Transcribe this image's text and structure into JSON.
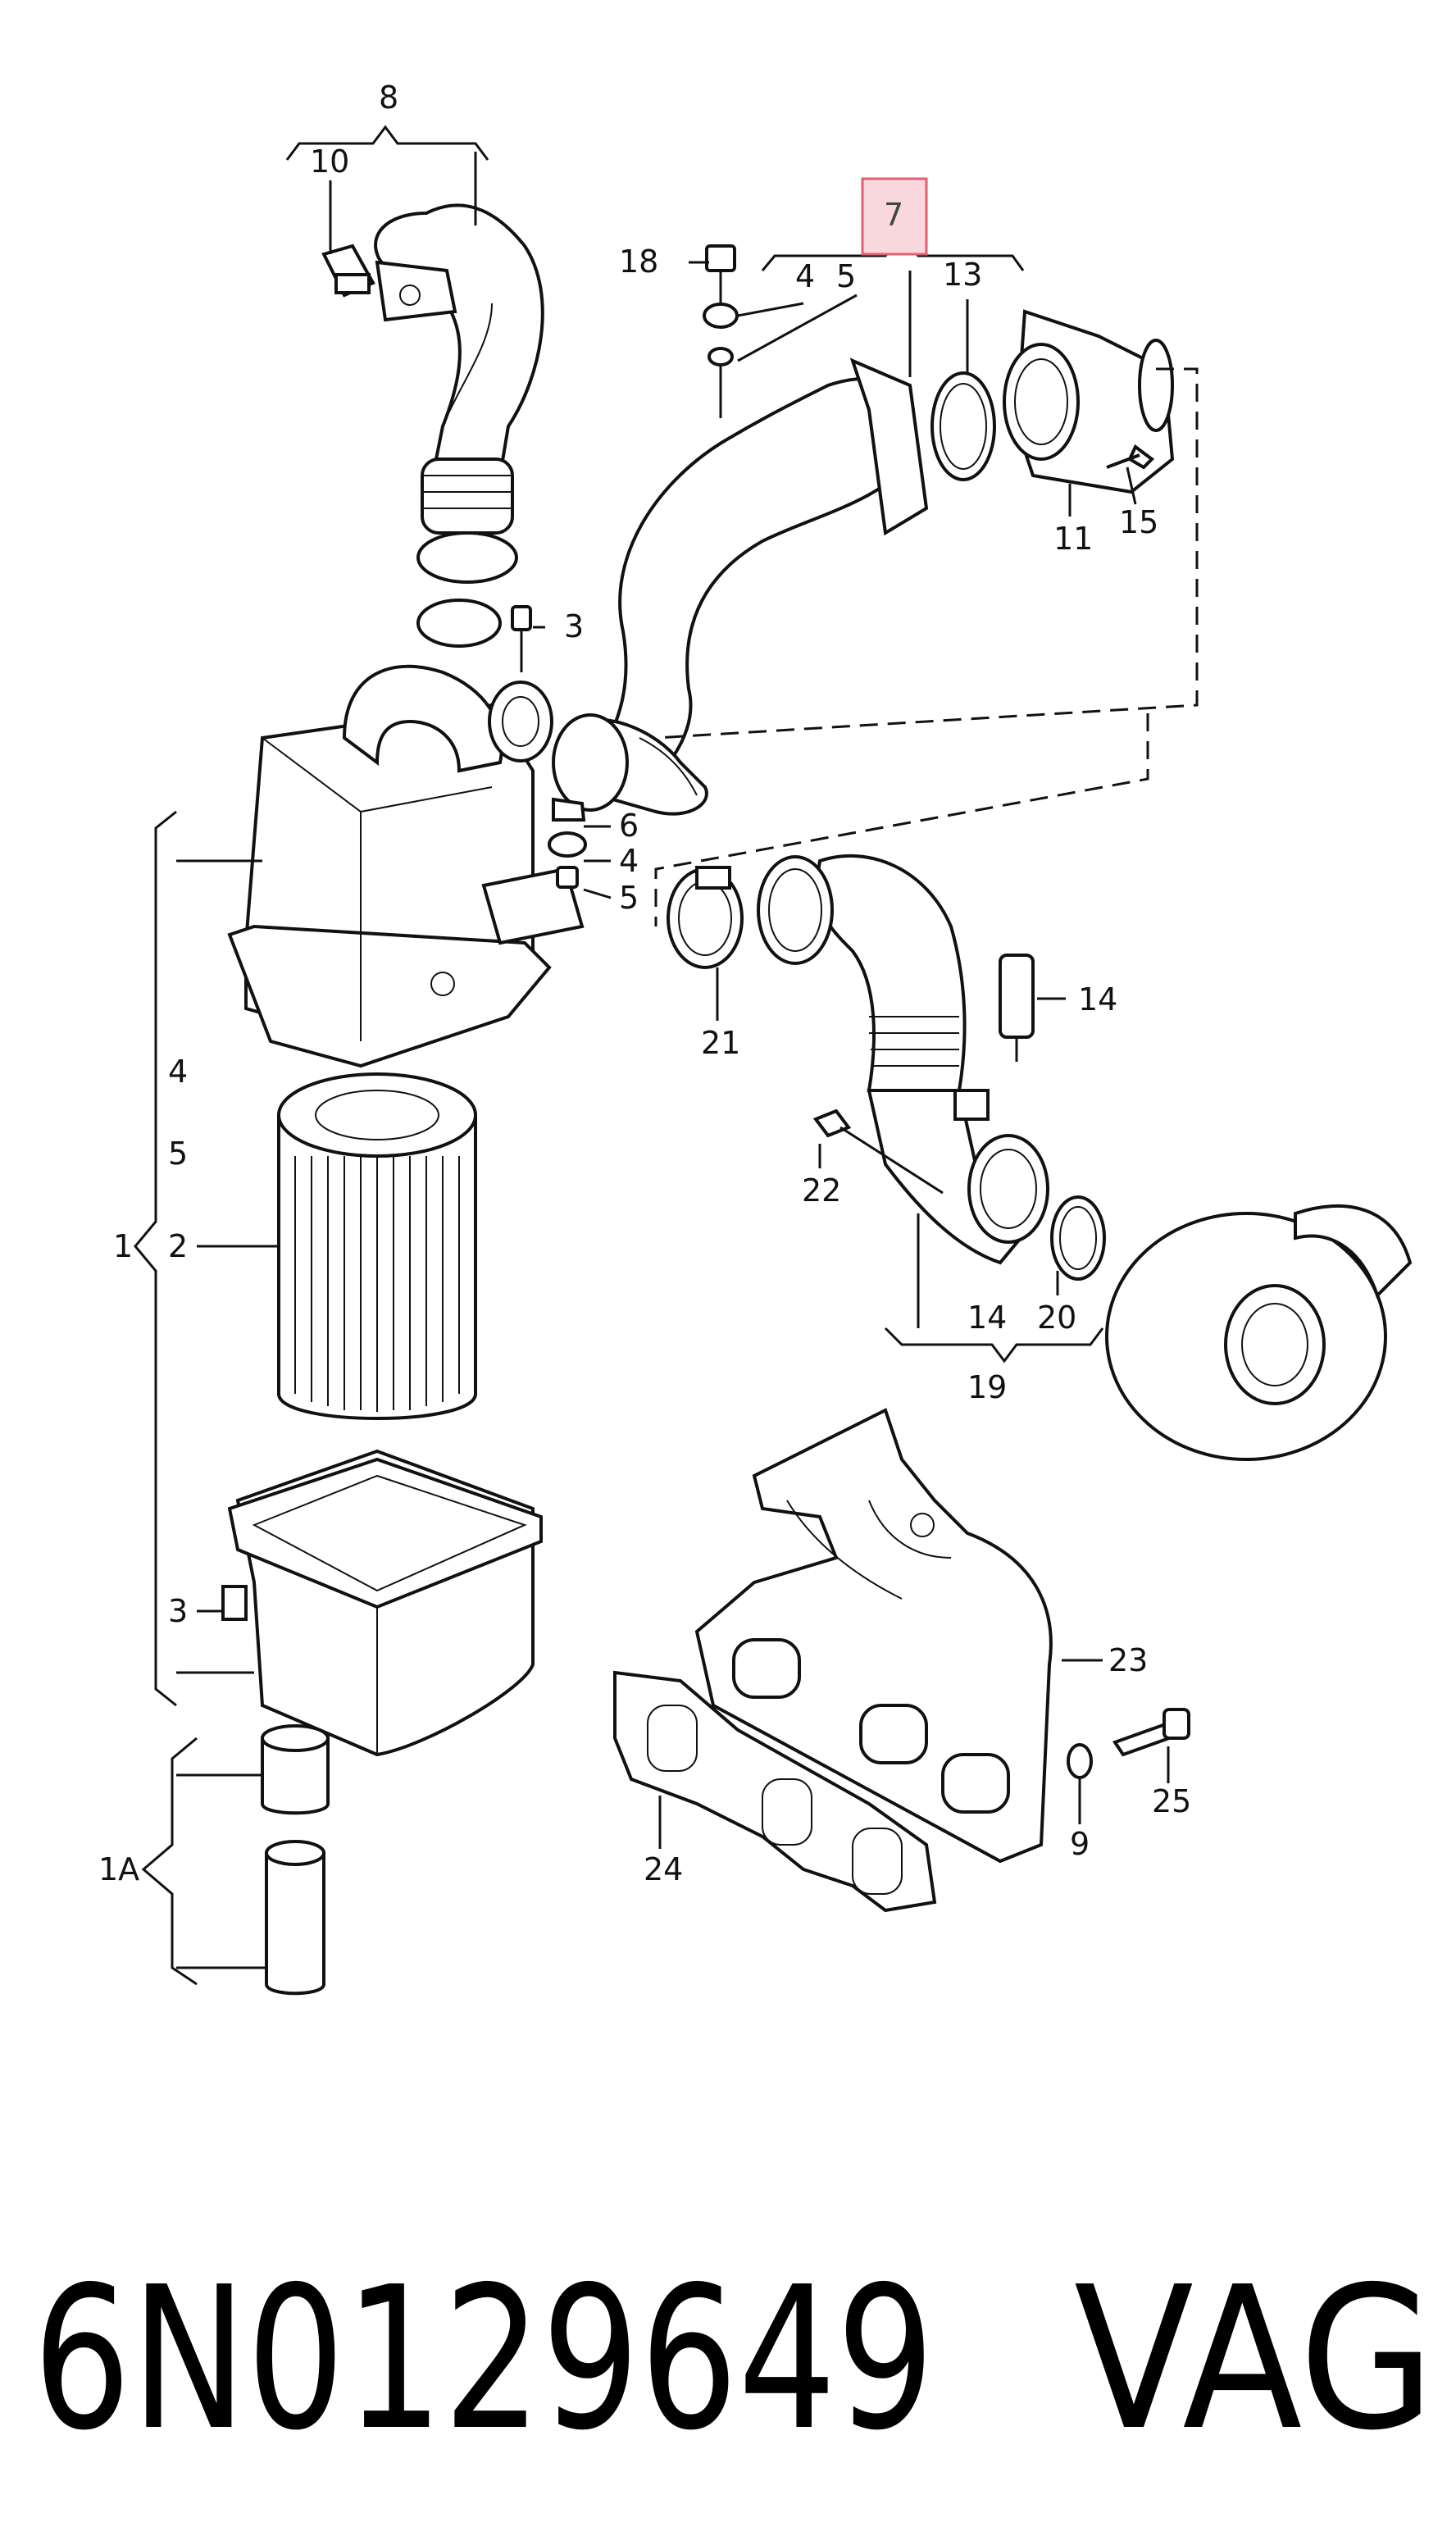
{
  "diagram": {
    "callouts": {
      "c8": "8",
      "c10": "10",
      "c7": "7",
      "c18": "18",
      "c4a": "4",
      "c5a": "5",
      "c13": "13",
      "c11": "11",
      "c15": "15",
      "c3a": "3",
      "c6": "6",
      "c4b": "4",
      "c5b": "5",
      "c21": "21",
      "c14a": "14",
      "c22": "22",
      "c4c": "4",
      "c5c": "5",
      "c1": "1",
      "c2": "2",
      "c14b": "14",
      "c20": "20",
      "c19": "19",
      "c23": "23",
      "c3b": "3",
      "c25": "25",
      "c9": "9",
      "c24": "24",
      "c1a": "1A"
    },
    "highlighted_callout": "7",
    "highlight_color": "#f8d8dc"
  },
  "footer": {
    "part_number": "6N0129649",
    "brand": "VAG"
  }
}
